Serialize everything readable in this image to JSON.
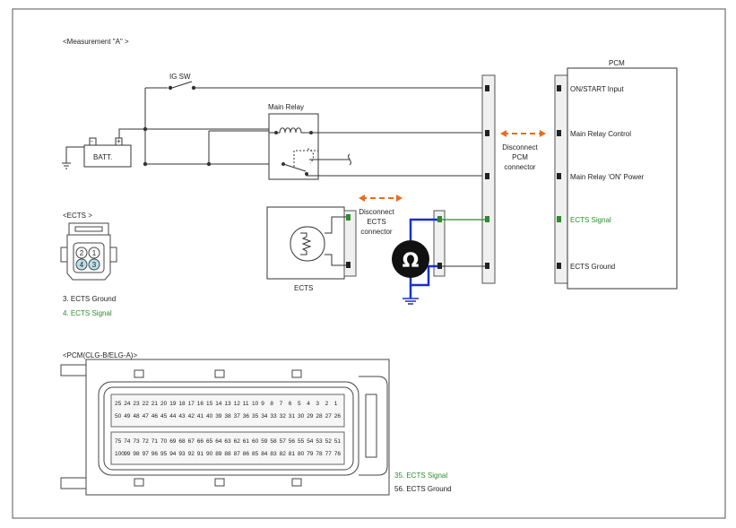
{
  "measurement_title": "<Measurement \"A\"          >",
  "ig_switch_label": "IG SW",
  "main_relay_label": "Main Relay",
  "battery_label": "BATT.",
  "battery_minus": "-",
  "battery_plus": "+",
  "ects_connector_title": "<ECTS      >",
  "ects_pins": [
    "1",
    "2",
    "3",
    "4"
  ],
  "ects_pin_legend": [
    "3. ECTS Ground",
    "4. ECTS Signal"
  ],
  "ects_label": "ECTS",
  "disconnect_ects": [
    "Disconnect",
    "ECTS",
    "connector"
  ],
  "disconnect_pcm": [
    "Disconnect",
    "PCM",
    "connector"
  ],
  "ohmmeter_symbol": "Ω",
  "pcm_label": "PCM",
  "pcm_terminals": [
    "ON/START Input",
    "Main Relay Control",
    "Main Relay 'ON' Power",
    "ECTS Signal",
    "ECTS Ground"
  ],
  "pcm_connector_title": "<PCM(CLG-B/ELG-A)>",
  "pcm_pin_legend": [
    "35. ECTS Signal",
    "56. ECTS Ground"
  ],
  "colors": {
    "signal_green": "#2e8b2e",
    "probe_blue": "#1a2fcc",
    "arrow_orange": "#ee6a1a",
    "connector_blue": "#b9e0ee"
  },
  "pcm_pin_rows": [
    [
      "25",
      "24",
      "23",
      "22",
      "21",
      "20",
      "19",
      "18",
      "17",
      "16",
      "15",
      "14",
      "13",
      "12",
      "11",
      "10",
      "9",
      "8",
      "7",
      "6",
      "5",
      "4",
      "3",
      "2",
      "1"
    ],
    [
      "50",
      "49",
      "48",
      "47",
      "46",
      "45",
      "44",
      "43",
      "42",
      "41",
      "40",
      "39",
      "38",
      "37",
      "36",
      "35",
      "34",
      "33",
      "32",
      "31",
      "30",
      "29",
      "28",
      "27",
      "26"
    ],
    [
      "75",
      "74",
      "73",
      "72",
      "71",
      "70",
      "69",
      "68",
      "67",
      "66",
      "65",
      "64",
      "63",
      "62",
      "61",
      "60",
      "59",
      "58",
      "57",
      "56",
      "55",
      "54",
      "53",
      "52",
      "51"
    ],
    [
      "100",
      "99",
      "98",
      "97",
      "96",
      "95",
      "94",
      "93",
      "92",
      "91",
      "90",
      "89",
      "88",
      "87",
      "86",
      "85",
      "84",
      "83",
      "82",
      "81",
      "80",
      "79",
      "78",
      "77",
      "76"
    ]
  ]
}
